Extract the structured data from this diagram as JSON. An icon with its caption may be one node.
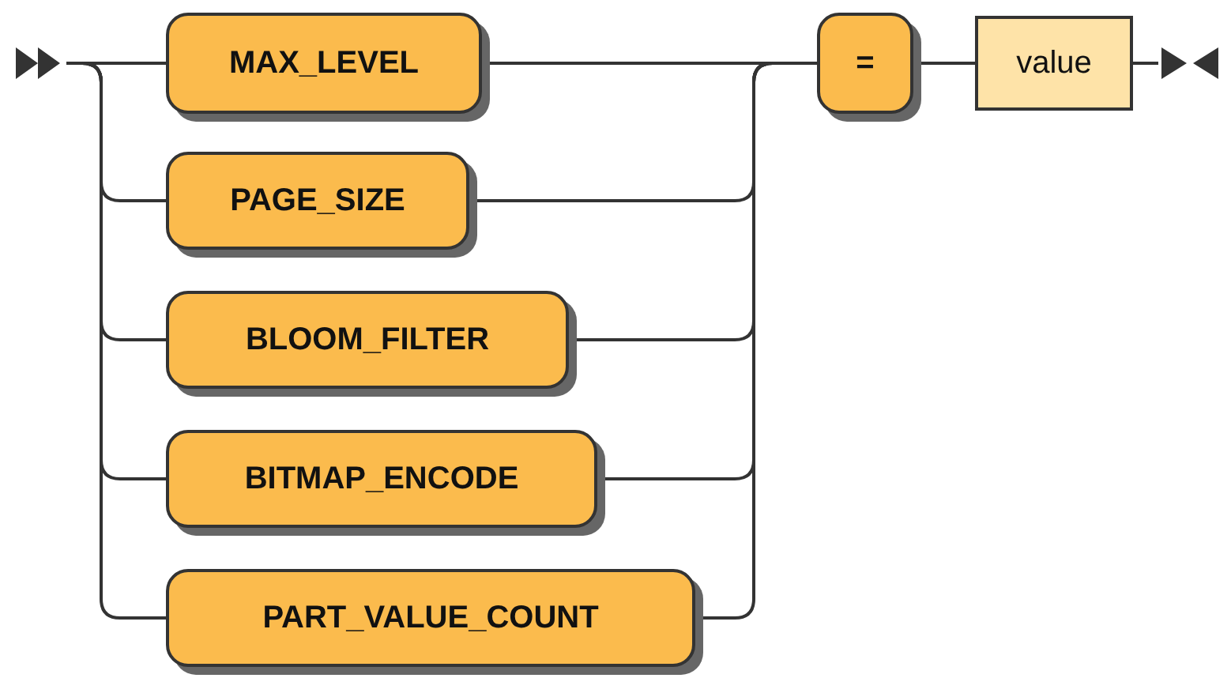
{
  "diagram": {
    "nodes": [
      {
        "text": [],
        "shape": "triangle"
      },
      {
        "text": [
          "MAX_LEVEL"
        ]
      },
      {
        "text": [
          "PAGE_SIZE"
        ]
      },
      {
        "text": [
          "BLOOM_FILTER"
        ]
      },
      {
        "text": [
          "BITMAP_ENCODE"
        ]
      },
      {
        "text": [
          "PART_VALUE_COUNT"
        ]
      },
      {
        "text": [
          "="
        ]
      },
      {
        "text": [
          "value"
        ]
      },
      {
        "text": [],
        "shape": "triangle"
      }
    ],
    "edges": [
      {
        "from": 0,
        "to": 1,
        "arrow": "none"
      },
      {
        "from": 0,
        "to": 2,
        "arrow": "none"
      },
      {
        "from": 0,
        "to": 3,
        "arrow": "none"
      },
      {
        "from": 0,
        "to": 4,
        "arrow": "none"
      },
      {
        "from": 0,
        "to": 5,
        "arrow": "none"
      },
      {
        "from": 1,
        "to": 6,
        "arrow": "none"
      },
      {
        "from": 2,
        "to": 6,
        "arrow": "none"
      },
      {
        "from": 3,
        "to": 6,
        "arrow": "none"
      },
      {
        "from": 4,
        "to": 6,
        "arrow": "none"
      },
      {
        "from": 5,
        "to": 6,
        "arrow": "none"
      },
      {
        "from": 6,
        "to": 7,
        "arrow": "none"
      },
      {
        "from": 7,
        "to": 8,
        "arrow": "none"
      }
    ]
  }
}
